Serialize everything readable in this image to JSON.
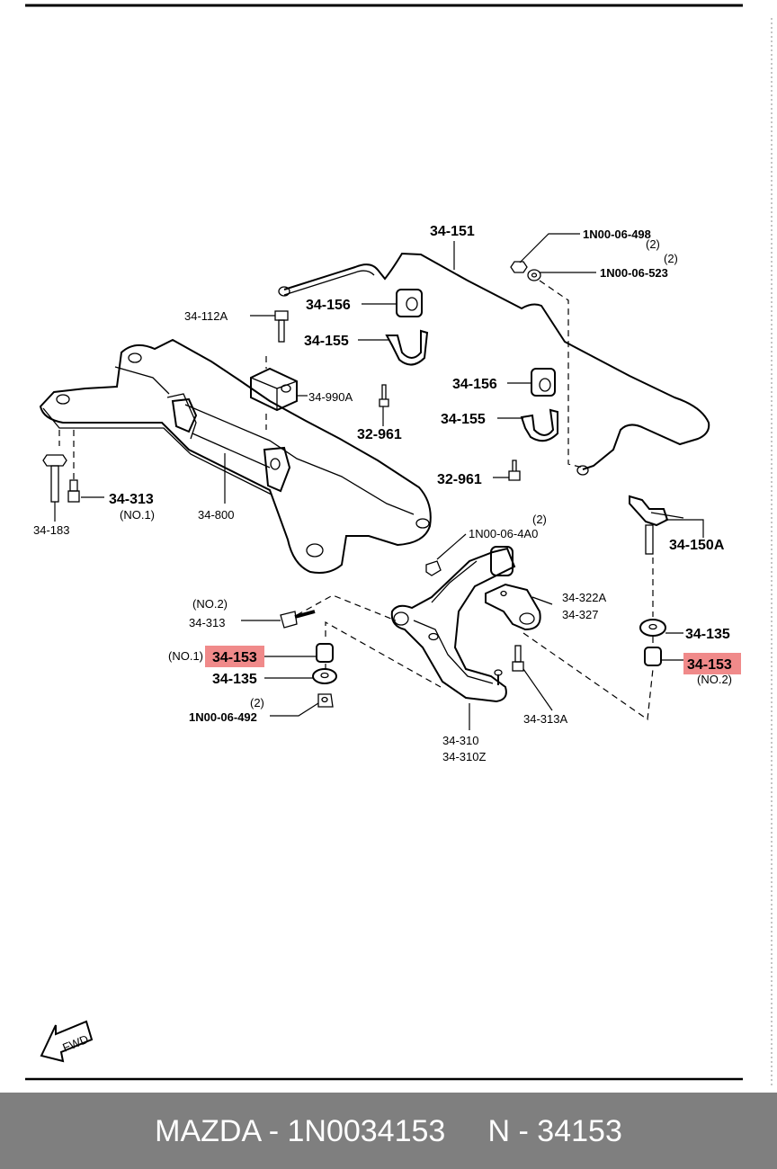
{
  "labels": {
    "p34151": "34-151",
    "p1n06498": "1N00-06-498",
    "p1n06498_qty": "(2)",
    "p1n06523": "1N00-06-523",
    "p1n06523_qty": "(2)",
    "p34156a": "34-156",
    "p34112a": "34-112A",
    "p34155a": "34-155",
    "p34990a": "34-990A",
    "p32961a": "32-961",
    "p34156b": "34-156",
    "p34155b": "34-155",
    "p32961b": "32-961",
    "p34313a": "34-313",
    "p34313a_note": "(NO.1)",
    "p34183": "34-183",
    "p34800": "34-800",
    "p1n064a0": "1N00-06-4A0",
    "p1n064a0_qty": "(2)",
    "p34150a": "34-150A",
    "p34322a": "34-322A",
    "p34327": "34-327",
    "p34313b_note": "(NO.2)",
    "p34313b": "34-313",
    "p34153a_note": "(NO.1)",
    "p34153a": "34-153",
    "p34135a": "34-135",
    "p1n06492_qty": "(2)",
    "p1n06492": "1N00-06-492",
    "p34135b": "34-135",
    "p34153b": "34-153",
    "p34153b_note": "(NO.2)",
    "p34310": "34-310",
    "p34310z": "34-310Z",
    "p34313a2": "34-313A",
    "fwd": "FWD"
  },
  "colors": {
    "highlight": "#f08a8a",
    "footer_bg": "#7f7f7f",
    "footer_text": "#ffffff"
  },
  "footer": {
    "text": "MAZDA - 1N0034153     N - 34153"
  }
}
